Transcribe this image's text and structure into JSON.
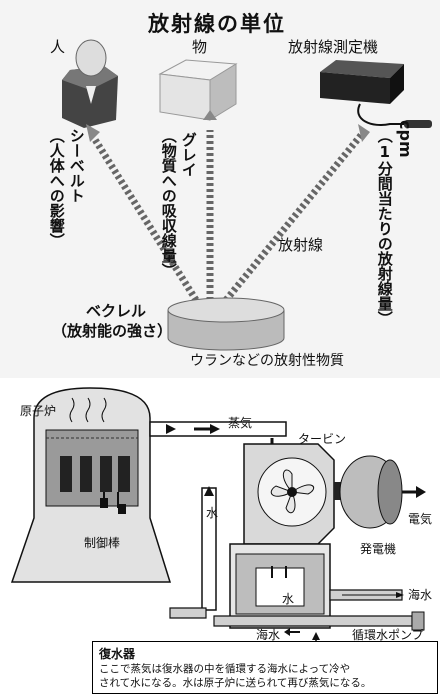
{
  "units_panel": {
    "title": "放射線の単位",
    "top_labels": {
      "human": "人",
      "object": "物",
      "meter": "放射線測定機"
    },
    "units": {
      "sievert": "シーベルト",
      "sievert_desc": "（人体への影響）",
      "gray": "グレイ",
      "gray_desc": "（物質への吸収線量）",
      "cpm": "cpm",
      "cpm_desc": "（1分間当たりの放射線量）",
      "becquerel": "ベクレル",
      "becquerel_desc": "（放射能の強さ）"
    },
    "radiation_label": "放射線",
    "source_label": "ウランなどの放射性物質"
  },
  "reactor_panel": {
    "reactor": "原子炉",
    "steam": "蒸気",
    "turbine": "タービン",
    "generator": "発電機",
    "electricity": "電気",
    "water_vertical": "水",
    "water_center": "水",
    "control_rods": "制御棒",
    "seawater_right": "海水",
    "seawater_bottom": "海水",
    "pump": "循環水ポンプ",
    "condenser_title": "復水器",
    "condenser_text_1": "ここで蒸気は復水器の中を循環する海水によって冷や",
    "condenser_text_2": "されて水になる。水は原子炉に送られて再び蒸気になる。"
  }
}
